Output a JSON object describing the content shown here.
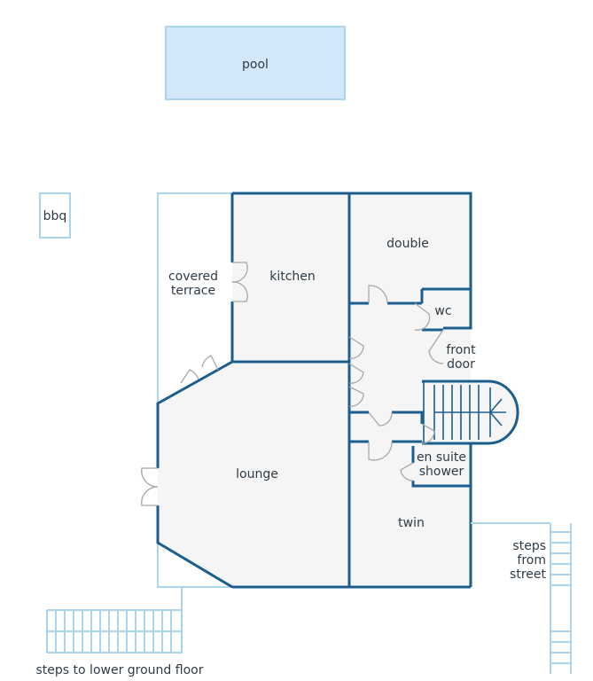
{
  "labels": {
    "pool": "pool",
    "bbq": "bbq",
    "covered_terrace_1": "covered",
    "covered_terrace_2": "terrace",
    "kitchen": "kitchen",
    "double": "double",
    "wc": "wc",
    "front_door_1": "front",
    "front_door_2": "door",
    "lounge": "lounge",
    "en_suite_1": "en suite",
    "en_suite_2": "shower",
    "twin": "twin",
    "steps_street_1": "steps",
    "steps_street_2": "from",
    "steps_street_3": "street",
    "steps_lower": "steps to lower ground floor"
  },
  "colors": {
    "wall": "#1b5e8e",
    "outdoor_line": "#a9d5ee",
    "pool_fill": "#d3e8f9",
    "floor_fill": "#f5f5f5",
    "door_line": "#a8a8a8",
    "text": "#2f3b45"
  }
}
